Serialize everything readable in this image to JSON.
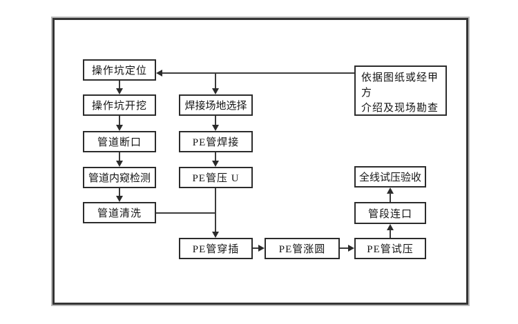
{
  "diagram": {
    "type": "flowchart",
    "colors": {
      "background": "#ffffff",
      "frame_border": "#343434",
      "frame_outline": "#b8b8b8",
      "box_border": "#2b2b2b",
      "line": "#3a3a3a",
      "text": "#141414"
    },
    "nodes": {
      "locate": "操作坑定位",
      "excavate": "操作坑开挖",
      "pipe_cut": "管道断口",
      "endoscope": "管道内窥检测",
      "cleaning": "管道清洗",
      "site_select": "焊接场地选择",
      "pe_weld": "PE管焊接",
      "pe_press_u": "PE管压 U",
      "pe_insert": "PE管穿插",
      "pe_round": "PE管涨圆",
      "pe_test": "PE管试压",
      "segment_join": "管段连口",
      "final_test": "全线试压验收",
      "basis_line1": "依据图纸或经甲方",
      "basis_line2": "介绍及现场勘查"
    },
    "edges": [
      {
        "from": "basis",
        "to": "locate",
        "arrow": "left"
      },
      {
        "from": "basis-locate-line",
        "to": "site_select",
        "arrow": "down"
      },
      {
        "from": "locate",
        "to": "excavate",
        "arrow": "down"
      },
      {
        "from": "excavate",
        "to": "pipe_cut",
        "arrow": "down"
      },
      {
        "from": "pipe_cut",
        "to": "endoscope",
        "arrow": "down"
      },
      {
        "from": "endoscope",
        "to": "cleaning",
        "arrow": "down"
      },
      {
        "from": "site_select",
        "to": "pe_weld",
        "arrow": "down"
      },
      {
        "from": "pe_weld",
        "to": "pe_press_u",
        "arrow": "down"
      },
      {
        "from": "pe_press_u",
        "to": "pe_insert",
        "arrow": "down"
      },
      {
        "from": "cleaning",
        "joins": "pe_press_u-pe_insert-line",
        "arrow": "none"
      },
      {
        "from": "pe_insert",
        "to": "pe_round",
        "arrow": "right"
      },
      {
        "from": "pe_round",
        "to": "pe_test",
        "arrow": "right"
      },
      {
        "from": "pe_test",
        "to": "segment_join",
        "arrow": "up"
      },
      {
        "from": "segment_join",
        "to": "final_test",
        "arrow": "up"
      }
    ]
  }
}
